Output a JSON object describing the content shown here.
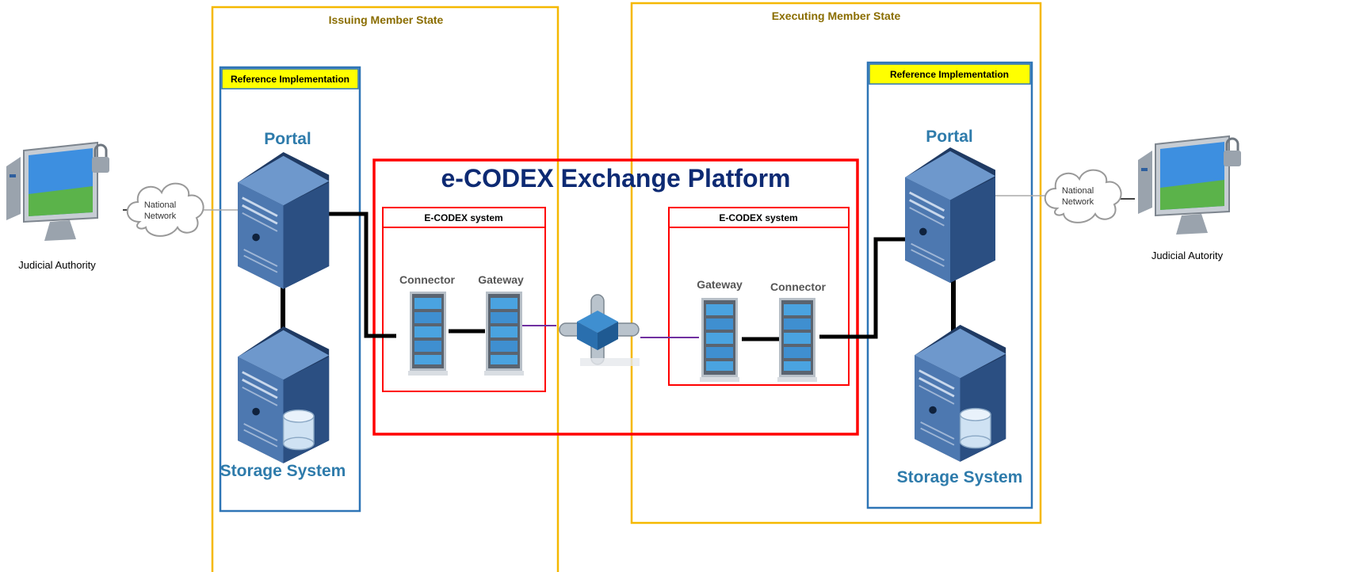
{
  "issuing": {
    "state_label": "Issuing Member State",
    "ref_impl_label": "Reference Implementation",
    "portal_label": "Portal",
    "storage_label": "Storage System",
    "system_label": "E-CODEX system",
    "connector_label": "Connector",
    "gateway_label": "Gateway",
    "network_label_1": "National",
    "network_label_2": "Network",
    "actor_label": "Judicial Authority"
  },
  "executing": {
    "state_label": "Executing Member State",
    "ref_impl_label": "Reference Implementation",
    "portal_label": "Portal",
    "storage_label": "Storage System",
    "system_label": "E-CODEX system",
    "connector_label": "Connector",
    "gateway_label": "Gateway",
    "network_label_1": "National",
    "network_label_2": "Network",
    "actor_label": "Judicial Autority"
  },
  "platform": {
    "title": "e-CODEX Exchange Platform"
  },
  "colors": {
    "member_state_border": "#f5b800",
    "ref_impl_border": "#2e75b6",
    "ref_impl_fill": "#ffff00",
    "platform_border": "#ff0000",
    "platform_title": "#0d2a73",
    "blue_label": "#2e7bab",
    "purple_link": "#7030a0"
  },
  "icons": {
    "workstation": "computer-lock-icon",
    "cloud": "cloud-icon",
    "server": "tower-server-icon",
    "storage": "storage-server-icon",
    "rack": "rack-server-icon",
    "hub": "network-hub-icon"
  }
}
